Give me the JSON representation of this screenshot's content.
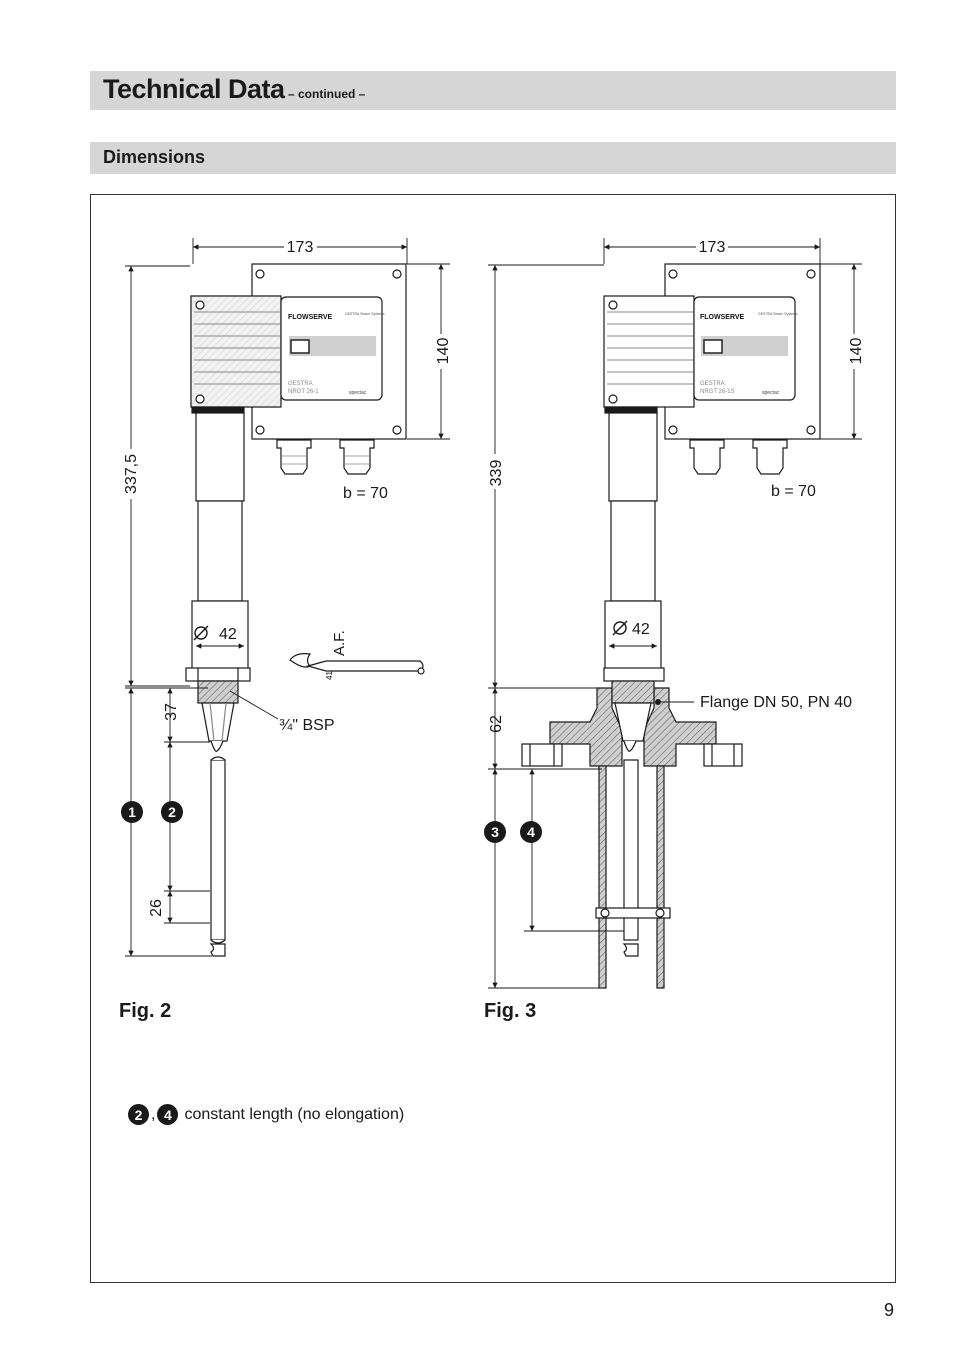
{
  "header": {
    "title": "Technical Data",
    "subtitle": "– continued –"
  },
  "section": {
    "title": "Dimensions"
  },
  "fig2": {
    "label": "Fig. 2",
    "dim_width": "173",
    "dim_height_box": "140",
    "dim_total": "337,5",
    "depth": "b = 70",
    "diameter": "42",
    "wrench": "A.F.",
    "wrench_size": "41",
    "thread": "¾\" BSP",
    "dim_37": "37",
    "dim_26": "26",
    "badges": [
      "1",
      "2"
    ],
    "device_model": "NRGT 26-1",
    "brand": "FLOWSERVE",
    "maker": "GESTRA",
    "tagline": "GESTRA Steam Systems",
    "partner": "spectac"
  },
  "fig3": {
    "label": "Fig. 3",
    "dim_width": "173",
    "dim_height_box": "140",
    "dim_total": "339",
    "depth": "b = 70",
    "diameter": "42",
    "dim_62": "62",
    "flange": "Flange DN 50, PN 40",
    "badges": [
      "3",
      "4"
    ],
    "device_model": "NRGT 26-1S",
    "brand": "FLOWSERVE",
    "maker": "GESTRA",
    "tagline": "GESTRA Steam Systems",
    "partner": "spectac"
  },
  "note": {
    "badges": [
      "2",
      "4"
    ],
    "separator": ",",
    "text": "constant length (no elongation)"
  },
  "page_number": "9",
  "colors": {
    "header_bg": "#d6d6d6",
    "line": "#1a1a1a",
    "hatch": "#777777"
  }
}
